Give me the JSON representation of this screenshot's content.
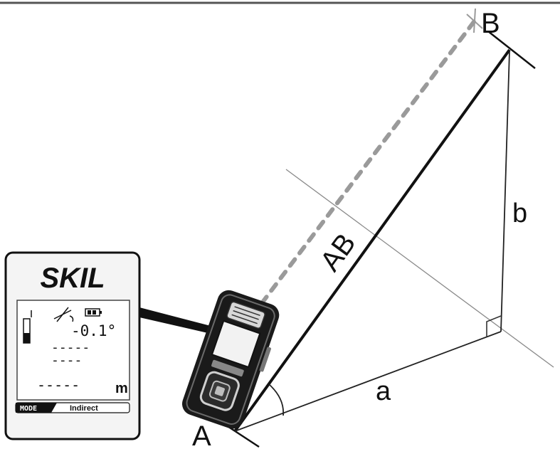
{
  "diagram": {
    "labels": {
      "point_a": "A",
      "point_b": "B",
      "hypotenuse": "AB",
      "side_a": "a",
      "side_b": "b"
    },
    "device_panel": {
      "brand": "SKIL",
      "reading": "-0.1°",
      "dashes_row1": "-----",
      "dashes_row2": "----",
      "result_dashes": "-----",
      "unit": "m",
      "mode_key": "MODE",
      "mode_value": "Indirect"
    },
    "colors": {
      "line": "#111111",
      "thin_line": "#777777",
      "laser": "#9a9a9a",
      "panel_bg": "#f4f4f4"
    }
  }
}
